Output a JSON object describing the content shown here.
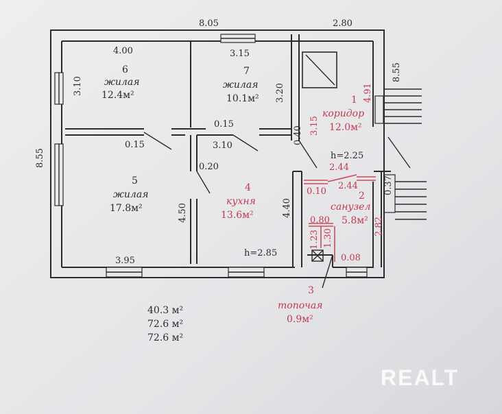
{
  "rooms": [
    {
      "num": "6",
      "name": "жилая",
      "area": "12.4м²"
    },
    {
      "num": "7",
      "name": "жилая",
      "area": "10.1м²"
    },
    {
      "num": "1",
      "name": "коридор",
      "area": "12.0м²"
    },
    {
      "num": "5",
      "name": "жилая",
      "area": "17.8м²"
    },
    {
      "num": "4",
      "name": "кухня",
      "area": "13.6м²"
    },
    {
      "num": "2",
      "name": "санузел",
      "area": "5.8м²"
    },
    {
      "num": "3",
      "name": "топочая",
      "area": "0.9м²"
    }
  ],
  "dims": {
    "top_left": "8.05",
    "top_right": "2.80",
    "left_side": "8.55",
    "right_side": "8.55",
    "r6_width": "4.00",
    "r6_height": "3.10",
    "r7_width": "3.15",
    "r7_height": "3.20",
    "r1_height": "4.91",
    "r1_inner": "3.15",
    "wall_040": "0.40",
    "wall_015a": "0.15",
    "wall_015b": "0.15",
    "r4_width": "3.10",
    "wall_020": "0.20",
    "r5_height": "4.50",
    "r5_width": "3.95",
    "r4_height": "4.40",
    "ceiling_1": "h=2.25",
    "ceiling_2": "h=2.85",
    "corr_w1": "2.44",
    "corr_w2": "2.44",
    "wall_010": "0.10",
    "wall_037": "0.37",
    "wall_080": "0.80",
    "san_h": "1.30",
    "top_h": "1.23",
    "san_side": "2.82",
    "wall_008": "0.08"
  },
  "totals": [
    "40.3 м²",
    "72.6 м²",
    "72.6 м²"
  ],
  "watermark": "REALT"
}
